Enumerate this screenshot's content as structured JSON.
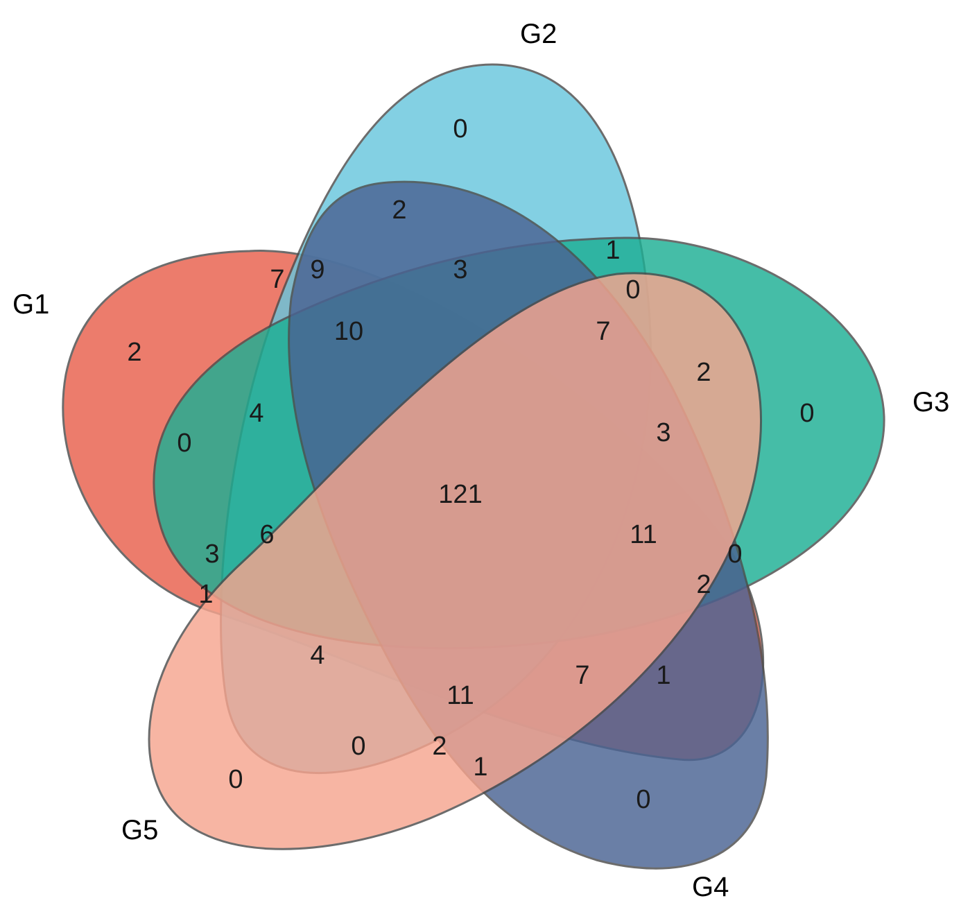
{
  "diagram": {
    "type": "venn-5",
    "sets": [
      {
        "id": "g1",
        "label": "G1",
        "color": "#E8604C"
      },
      {
        "id": "g2",
        "label": "G2",
        "color": "#68C6DD"
      },
      {
        "id": "g3",
        "label": "G3",
        "color": "#1DAF94"
      },
      {
        "id": "g4",
        "label": "G4",
        "color": "#4A6393"
      },
      {
        "id": "g5",
        "label": "G5",
        "color": "#F6A58F"
      }
    ],
    "counts": [
      "0",
      "2",
      "1",
      "0",
      "7",
      "9",
      "3",
      "10",
      "7",
      "2",
      "2",
      "0",
      "0",
      "4",
      "3",
      "121",
      "6",
      "11",
      "3",
      "0",
      "1",
      "2",
      "4",
      "7",
      "1",
      "11",
      "0",
      "2",
      "1",
      "0",
      "0"
    ]
  }
}
